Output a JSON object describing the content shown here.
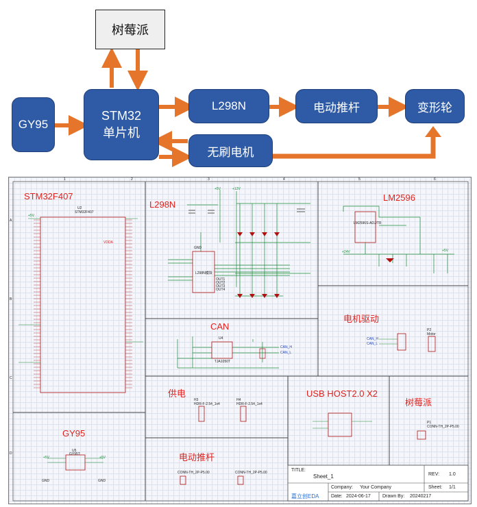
{
  "block_diagram": {
    "raspberry_pi": "树莓派",
    "stm32_line1": "STM32",
    "stm32_line2": "单片机",
    "gy95": "GY95",
    "l298n": "L298N",
    "actuator": "电动推杆",
    "transform_wheel": "变形轮",
    "brushless_motor": "无刷电机"
  },
  "schematic": {
    "regions": {
      "stm32f407": "STM32F407",
      "l298n": "L298N",
      "lm2596": "LM2596",
      "can": "CAN",
      "motor_drive": "电机驱动",
      "power": "供电",
      "usb_host": "USB HOST2.0 X2",
      "raspberry_pi": "树莓派",
      "gy95": "GY95",
      "actuator": "电动推杆"
    },
    "parts": {
      "u2": "U2",
      "u2_name": "STM32F407",
      "u1_name": "L298N模块",
      "u4": "U4",
      "u4_name": "TJA1050T",
      "u5": "U5",
      "u5_name": "GY95T",
      "lm_name": "LM2596S-ADJ/TR",
      "p2": "P2",
      "p2_name": "Motor",
      "p1": "P1",
      "p1_name": "CONN-TH_2P-P5.00",
      "h3": "H3",
      "h3_name": "HDR-F-2.54_1x4",
      "h4": "H4",
      "h4_name": "HDR-F-2.54_1x4",
      "t1_name": "CONN-TH_2P-P5.00",
      "t2_name": "CONN-TH_2P-P5.00",
      "can_h": "CAN_H",
      "can_l": "CAN_L",
      "v5": "+5V",
      "v12": "+12V",
      "v24": "+24V",
      "gnd": "GND",
      "vdda": "VDDA",
      "out1": "OUT1",
      "out2": "OUT2",
      "out3": "OUT3",
      "out4": "OUT4"
    },
    "title_block": {
      "title_label": "TITLE:",
      "title": "Sheet_1",
      "rev_label": "REV:",
      "rev": "1.0",
      "company_label": "Company:",
      "company": "Your Company",
      "sheet_label": "Sheet:",
      "sheet": "1/1",
      "brand": "嘉立创EDA",
      "date_label": "Date:",
      "date": "2024-06-17",
      "drawn_label": "Drawn By:",
      "drawn": "20240217"
    },
    "ruler": {
      "cols": [
        "1",
        "2",
        "3",
        "4",
        "5",
        "6"
      ],
      "rows": [
        "A",
        "B",
        "C",
        "D"
      ]
    }
  },
  "colors": {
    "block": "#2e5aa6",
    "arrow": "#e4752b",
    "title_red": "#e0221e",
    "wire_green": "#1a8a3a",
    "wire_blue": "#1a3fbf"
  }
}
